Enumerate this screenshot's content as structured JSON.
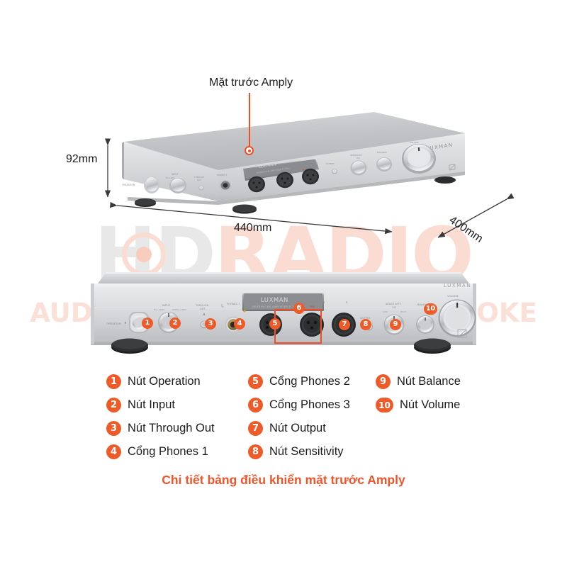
{
  "callout": {
    "label": "Mặt trước Amply"
  },
  "dimensions": {
    "height": "92mm",
    "width": "440mm",
    "depth": "400mm"
  },
  "watermark": {
    "brand_1": "HD",
    "brand_2": "RADIO",
    "tagline": "AUDIO - HOME CINEMA - KARAOKE"
  },
  "device": {
    "brand": "LUXMAN",
    "model_plate": "LUXMAN",
    "panel_labels": {
      "operation": "OPERATION",
      "input": "INPUT",
      "input_sub": "BAL-LINE1  UNBAL-LINE2",
      "through_out": "THROUGH OUT",
      "phones1": "PHONES 1",
      "phones2": "PHONES 2",
      "phones3": "L  PHONES 3  R",
      "output": "OUTPUT",
      "sensitivity": "SENSITIVITY",
      "sensitivity_sub": "LOW   MID   HIGH",
      "balance": "BALANCE",
      "volume": "VOLUME"
    }
  },
  "legend": {
    "column_1": [
      {
        "num": "1",
        "label": "Nút Operation"
      },
      {
        "num": "2",
        "label": "Nút Input"
      },
      {
        "num": "3",
        "label": "Nút Through Out"
      },
      {
        "num": "4",
        "label": "Cổng Phones 1"
      }
    ],
    "column_2": [
      {
        "num": "5",
        "label": "Cổng Phones 2"
      },
      {
        "num": "6",
        "label": "Cổng Phones 3"
      },
      {
        "num": "7",
        "label": "Nút Output"
      },
      {
        "num": "8",
        "label": "Nút Sensitivity"
      }
    ],
    "column_3": [
      {
        "num": "9",
        "label": "Nút Balance"
      },
      {
        "num": "10",
        "label": "Nút Volume"
      }
    ]
  },
  "markers": {
    "m1": "1",
    "m2": "2",
    "m3": "3",
    "m4": "4",
    "m5": "5",
    "m6": "6",
    "m7": "7",
    "m8": "8",
    "m9": "9",
    "m10": "10"
  },
  "footer": {
    "title": "Chi tiết bảng điều khiển mặt trước Amply"
  },
  "colors": {
    "accent": "#ef5b28",
    "callout": "#f04e23",
    "text": "#1c1c1c",
    "watermark_grey": "#e8e8e8",
    "watermark_red": "#fbdcd2"
  }
}
